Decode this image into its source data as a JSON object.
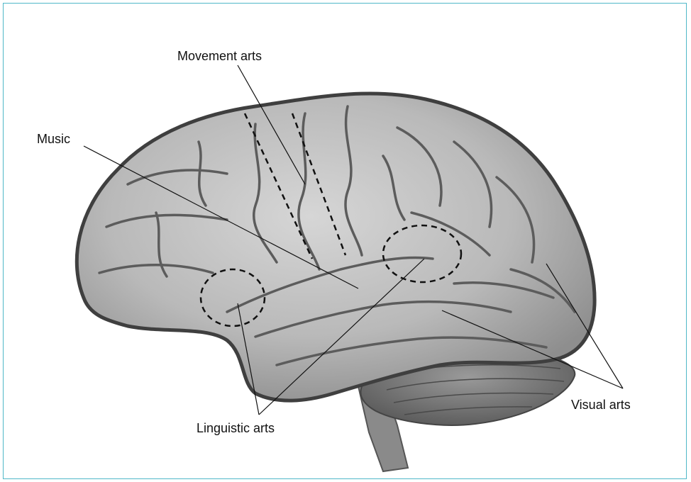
{
  "colors": {
    "frame_border": "#4fb8c8",
    "cerebrum_fill": "#b7b7b7",
    "cerebrum_outline": "#4a4a4a",
    "sulcus": "#5a5a5a",
    "cerebellum_fill": "#7a7a7a",
    "leader_line": "#111111"
  },
  "labels": {
    "movement": "Movement arts",
    "music": "Music",
    "linguistic": "Linguistic arts",
    "visual": "Visual arts"
  }
}
